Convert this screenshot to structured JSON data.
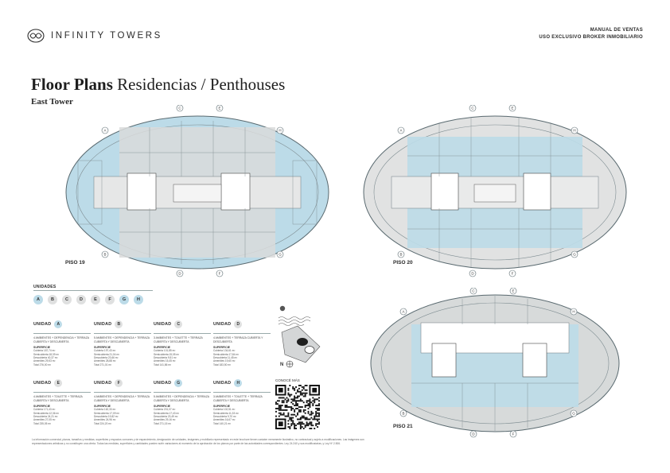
{
  "header": {
    "brand": "INFINITY TOWERS",
    "manual_line1": "MANUAL DE VENTAS",
    "manual_line2": "USO EXCLUSIVO BROKER INMOBILIARIO"
  },
  "title": {
    "bold": "Floor Plans",
    "rest": " Residencias / Penthouses",
    "subtitle": "East Tower"
  },
  "plans": {
    "piso19": "PISO 19",
    "piso20": "PISO 20",
    "piso21": "PISO 21"
  },
  "compass_labels": [
    "A",
    "B",
    "C",
    "D",
    "E",
    "F",
    "G",
    "H"
  ],
  "legend": {
    "title": "UNIDADES",
    "letters": [
      "A",
      "B",
      "C",
      "D",
      "E",
      "F",
      "G",
      "H"
    ]
  },
  "units": [
    {
      "label": "UNIDAD",
      "letter": "A",
      "desc": "4 AMBIENTES + DEPENDENCIA + TERRAZA CUBIERTA Y DESCUBIERTA",
      "sup": "SUPERFICIE",
      "lines": [
        "Cubierta 187,74 m²",
        "Semicubierta 18,39 m²",
        "Descubierta 40,37 m²",
        "Amenities 29,53 m²",
        "Total 276,00 m²"
      ]
    },
    {
      "label": "UNIDAD",
      "letter": "B",
      "desc": "5 AMBIENTES + DEPENDENCIA + TERRAZA CUBIERTA Y DESCUBIERTA",
      "sup": "SUPERFICIE",
      "lines": [
        "Cubierta 197,43 m²",
        "Semicubierta 21,04 m²",
        "Descubierta 23,66 m²",
        "Amenities 28,88 m²",
        "Total 271,01 m²"
      ]
    },
    {
      "label": "UNIDAD",
      "letter": "C",
      "desc": "3 AMBIENTES + TOILETTE + TERRAZA CUBIERTA Y DESCUBIERTA",
      "sup": "SUPERFICIE",
      "lines": [
        "Cubierta 101,85 m²",
        "Semicubierta 15,05 m²",
        "Descubierta 9,51 m²",
        "Amenities 15,45 m²",
        "Total 141,86 m²"
      ]
    },
    {
      "label": "UNIDAD",
      "letter": "D",
      "desc": "4 AMBIENTES + TERRAZA CUBIERTA Y DESCUBIERTA",
      "sup": "SUPERFICIE",
      "lines": [
        "Cubierta 134,61 m²",
        "Semicubierta 17,84 m²",
        "Descubierta 11,45 m²",
        "Amenities 19,60 m²",
        "Total 183,50 m²"
      ]
    },
    {
      "label": "UNIDAD",
      "letter": "E",
      "desc": "4 AMBIENTES + TOILETTE + TERRAZA CUBIERTA Y DESCUBIERTA",
      "sup": "SUPERFICIE",
      "lines": [
        "Cubierta 171,43 m²",
        "Semicubierta 12,36 m²",
        "Descubierta 24,21 m²",
        "Amenities 27,05 m²",
        "Total 235,05 m²"
      ]
    },
    {
      "label": "UNIDAD",
      "letter": "F",
      "desc": "4 AMBIENTES + DEPENDENCIA + TERRAZA CUBIERTA Y DESCUBIERTA",
      "sup": "SUPERFICIE",
      "lines": [
        "Cubierta 162,33 m²",
        "Semicubierta 17,09 m²",
        "Descubierta 19,82 m²",
        "Amenities 24,96 m²",
        "Total 224,20 m²"
      ]
    },
    {
      "label": "UNIDAD",
      "letter": "G",
      "desc": "5 AMBIENTES + DEPENDENCIA + TERRAZA CUBIERTA Y DESCUBIERTA",
      "sup": "SUPERFICIE",
      "lines": [
        "Cubierta 201,07 m²",
        "Semicubierta 17,43 m²",
        "Descubierta 23,49 m²",
        "Amenities 29,16 m²",
        "Total 271,15 m²"
      ]
    },
    {
      "label": "UNIDAD",
      "letter": "H",
      "desc": "3 AMBIENTES + TOILETTE + TERRAZA CUBIERTA Y DESCUBIERTA",
      "sup": "SUPERFICIE",
      "lines": [
        "Cubierta 102,51 m²",
        "Semicubierta 11,33 m²",
        "Descubierta 9,70 m²",
        "Amenities 16,67 m²",
        "Total 140,21 m²"
      ]
    }
  ],
  "qr": {
    "label": "CONOCÉ MÁS"
  },
  "disclaimer": "La información comercial, planos, tamaños y medidas, superficies y espacios comunes y de esparcimiento, designación de unidades, imágenes y mobiliario representado en este brochure tienen carácter meramente ilustrativo, no contractual y sujeto a modificaciones. Las imágenes son representaciones artísticas y no constituyen una oferta. Todas las medidas, superficies y cantidades pueden sufrir variaciones al momento de la aprobación de los planos por parte de las autoridades correspondientes. Ley 24.240 y sus modificatorias, y Ley Nº 2.506."
}
